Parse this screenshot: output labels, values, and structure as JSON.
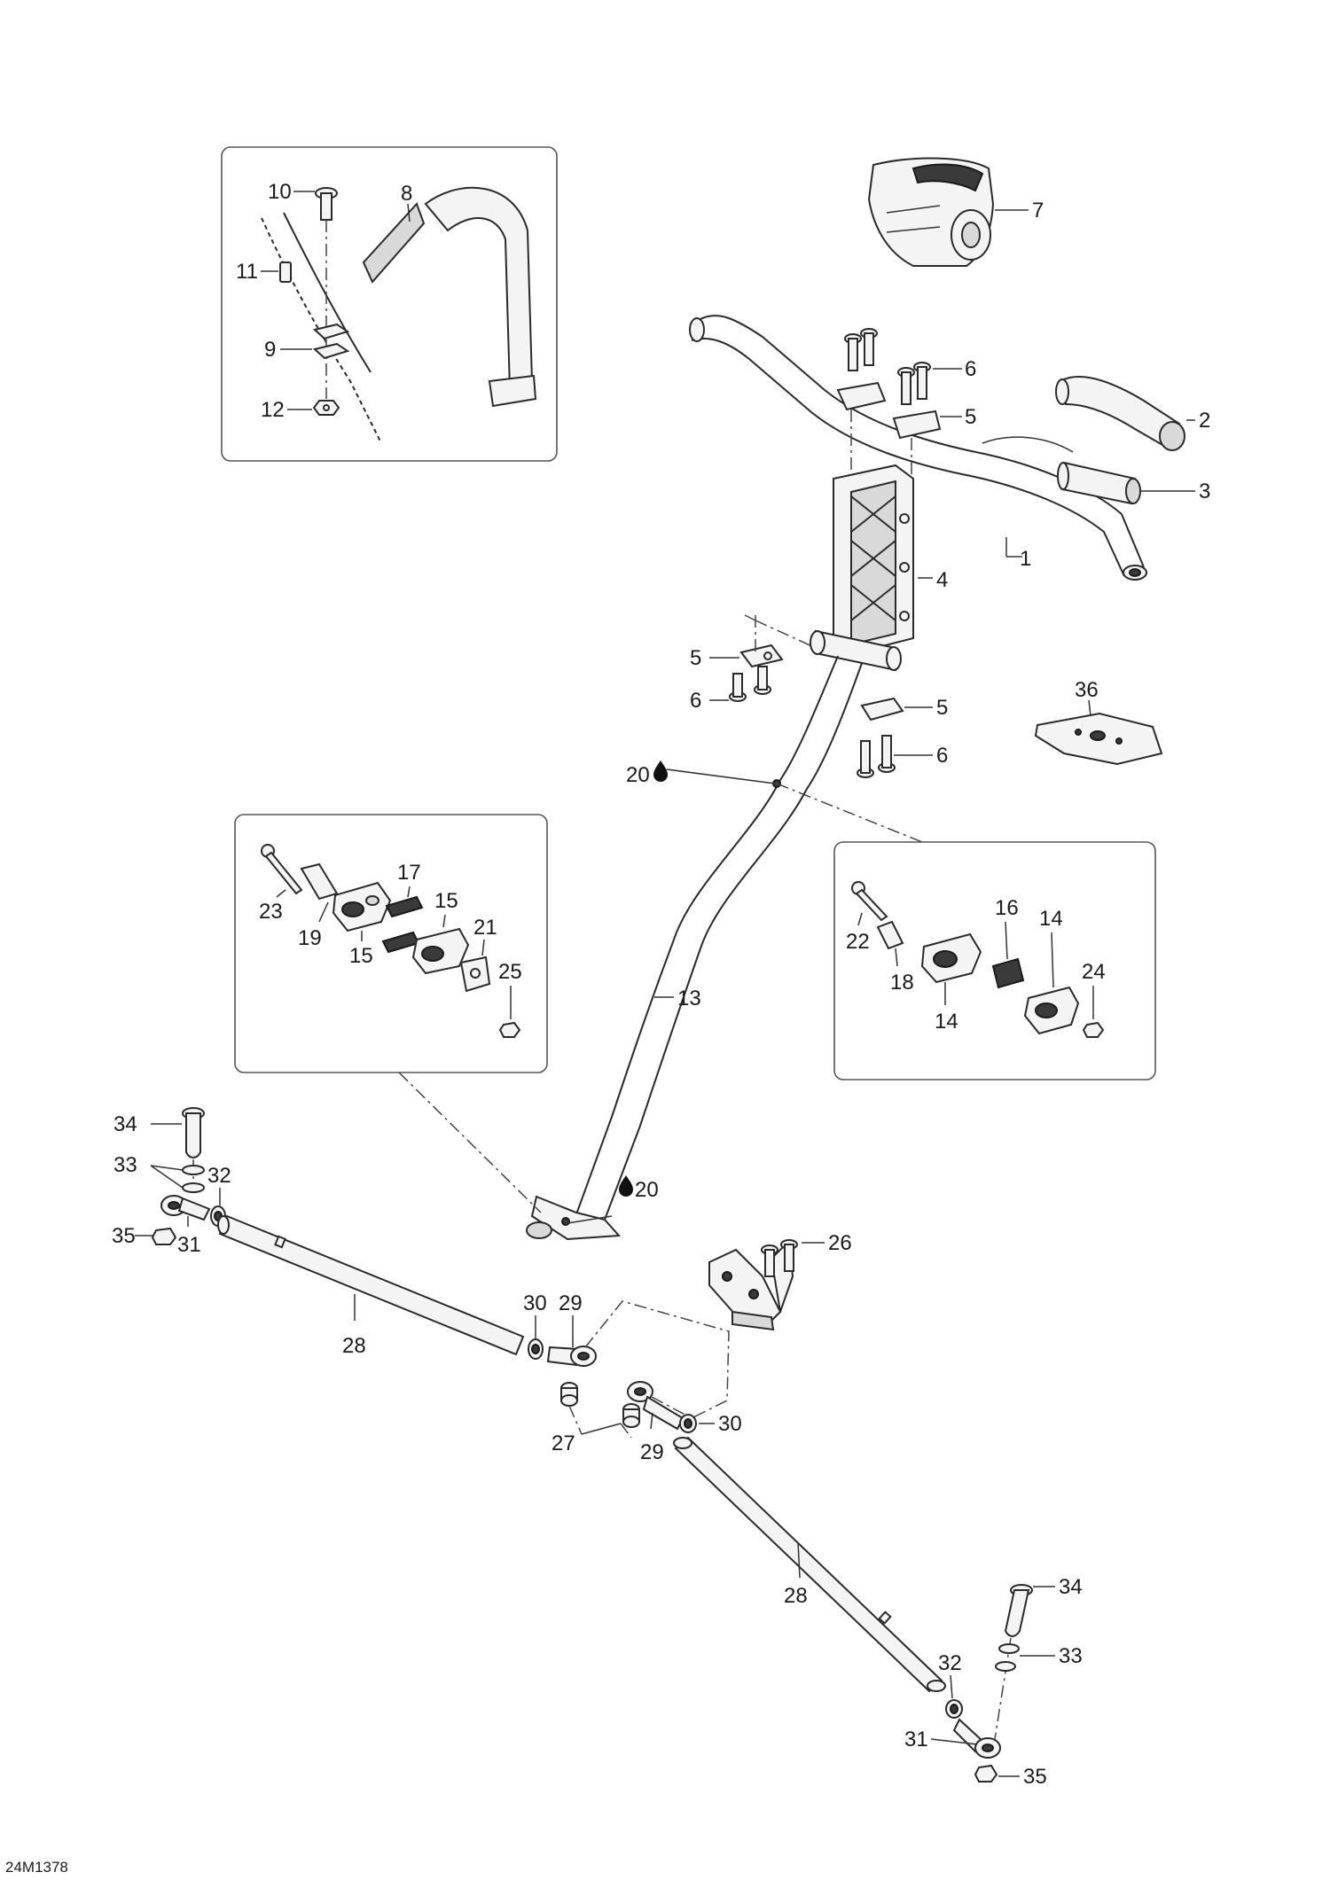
{
  "diagram": {
    "reference_code": "24M1378",
    "callouts": {
      "c1": "1",
      "c2": "2",
      "c3": "3",
      "c4": "4",
      "c5a": "5",
      "c5b": "5",
      "c5c": "5",
      "c6a": "6",
      "c6b": "6",
      "c6c": "6",
      "c7": "7",
      "c8": "8",
      "c9": "9",
      "c10": "10",
      "c11": "11",
      "c12": "12",
      "c13": "13",
      "c14a": "14",
      "c14b": "14",
      "c15a": "15",
      "c15b": "15",
      "c16": "16",
      "c17": "17",
      "c18": "18",
      "c19": "19",
      "c20a": "20",
      "c20b": "20",
      "c21": "21",
      "c22": "22",
      "c23": "23",
      "c24": "24",
      "c25": "25",
      "c26": "26",
      "c27": "27",
      "c28a": "28",
      "c28b": "28",
      "c29a": "29",
      "c29b": "29",
      "c30a": "30",
      "c30b": "30",
      "c31a": "31",
      "c31b": "31",
      "c32a": "32",
      "c32b": "32",
      "c33a": "33",
      "c33b": "33",
      "c34a": "34",
      "c34b": "34",
      "c35a": "35",
      "c35b": "35",
      "c36": "36"
    },
    "icons": {
      "grease": "drop-icon"
    },
    "colors": {
      "line": "#2a2a2a",
      "fill": "#f4f4f4",
      "box": "#555555"
    }
  }
}
